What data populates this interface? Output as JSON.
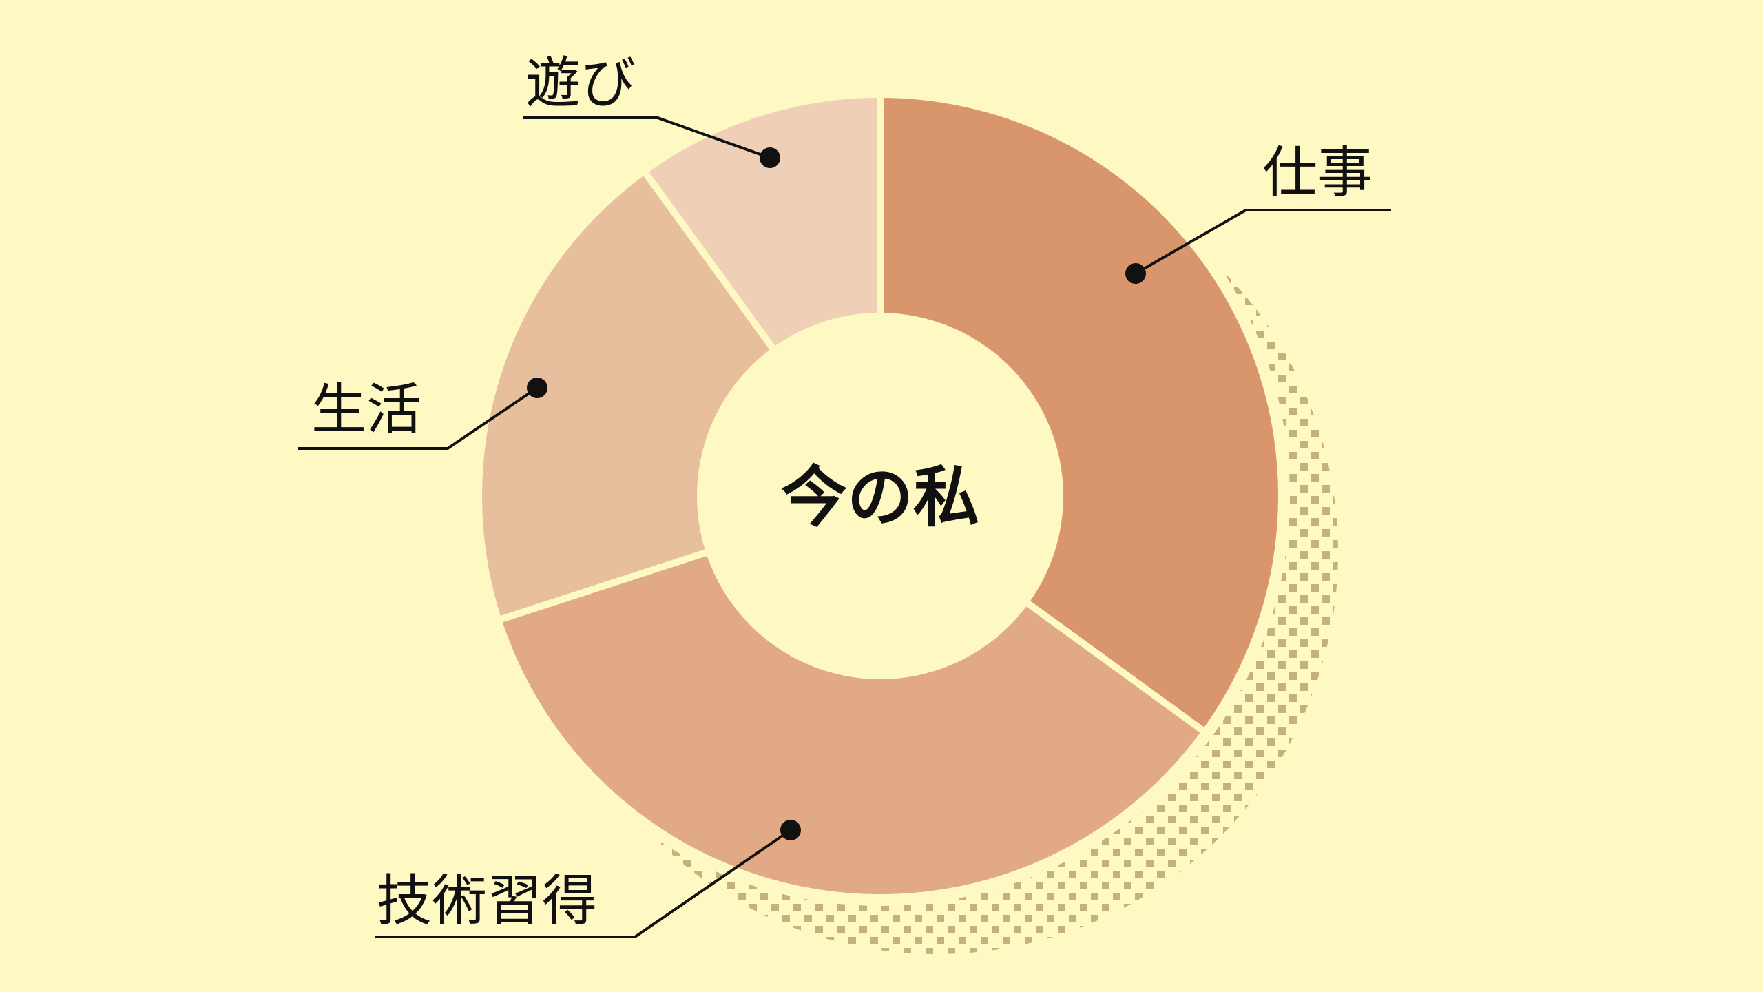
{
  "chart_data": {
    "type": "pie",
    "variant": "donut",
    "title": "今の私",
    "categories": [
      "仕事",
      "技術習得",
      "生活",
      "遊び"
    ],
    "values": [
      35,
      35,
      20,
      10
    ],
    "unit": "percent",
    "colors": [
      "#d9956b",
      "#e2a985",
      "#e8bf9c",
      "#efcfb5"
    ],
    "start": "top",
    "direction": "clockwise",
    "legend": "none (leader-line labels)"
  },
  "colors": {
    "background": "#fef9c3",
    "shadow_dots": "#c4b27e",
    "text": "#111111"
  }
}
